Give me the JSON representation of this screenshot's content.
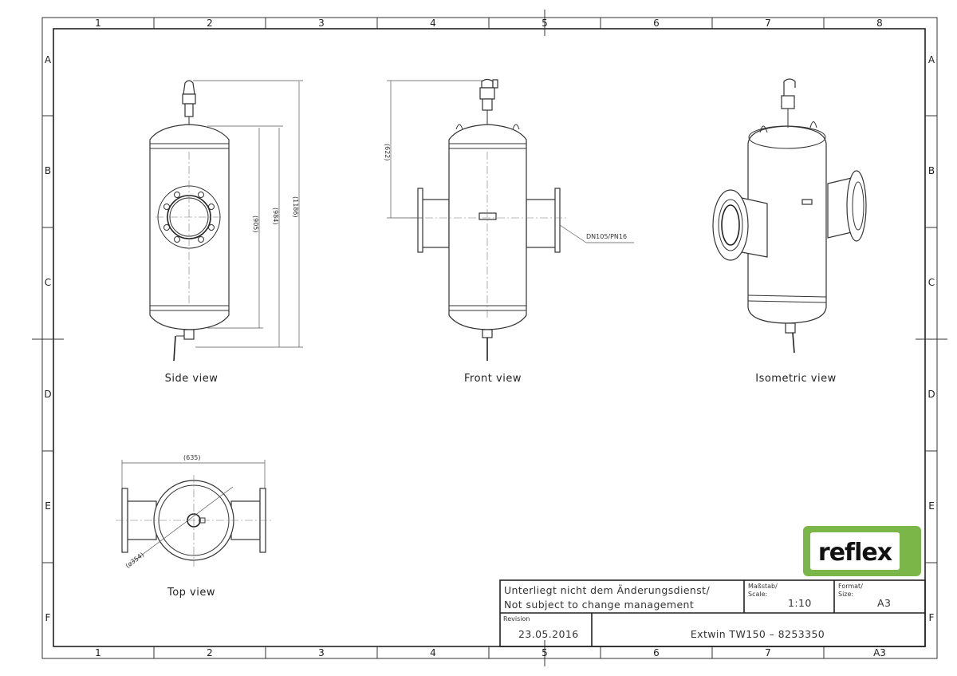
{
  "grid": {
    "columns": [
      "1",
      "2",
      "3",
      "4",
      "5",
      "6",
      "7",
      "8"
    ],
    "rows": [
      "A",
      "B",
      "C",
      "D",
      "E",
      "F"
    ],
    "bottom_columns": [
      "1",
      "2",
      "3",
      "4",
      "5",
      "6",
      "7",
      "A3"
    ]
  },
  "views": {
    "side": {
      "caption": "Side view",
      "dims": [
        "(905)",
        "(984)",
        "(1186)"
      ]
    },
    "front": {
      "caption": "Front view",
      "dim": "(622)",
      "nozzle_label": "DN105/PN16"
    },
    "isometric": {
      "caption": "Isometric view"
    },
    "top": {
      "caption": "Top view",
      "width_dim": "(635)",
      "diameter_dim": "(ø354)"
    }
  },
  "logo": {
    "text": "reflex",
    "color": "#7ab648"
  },
  "title_block": {
    "note_de": "Unterliegt nicht dem Änderungsdienst/",
    "note_en": "Not subject to change management",
    "scale_label": "Maßstab/",
    "scale_label_en": "Scale:",
    "scale": "1:10",
    "format_label": "Format/",
    "format_label_en": "Size:",
    "format": "A3",
    "revision_label": "Revision",
    "revision": "23.05.2016",
    "title": "Extwin TW150 – 8253350"
  }
}
